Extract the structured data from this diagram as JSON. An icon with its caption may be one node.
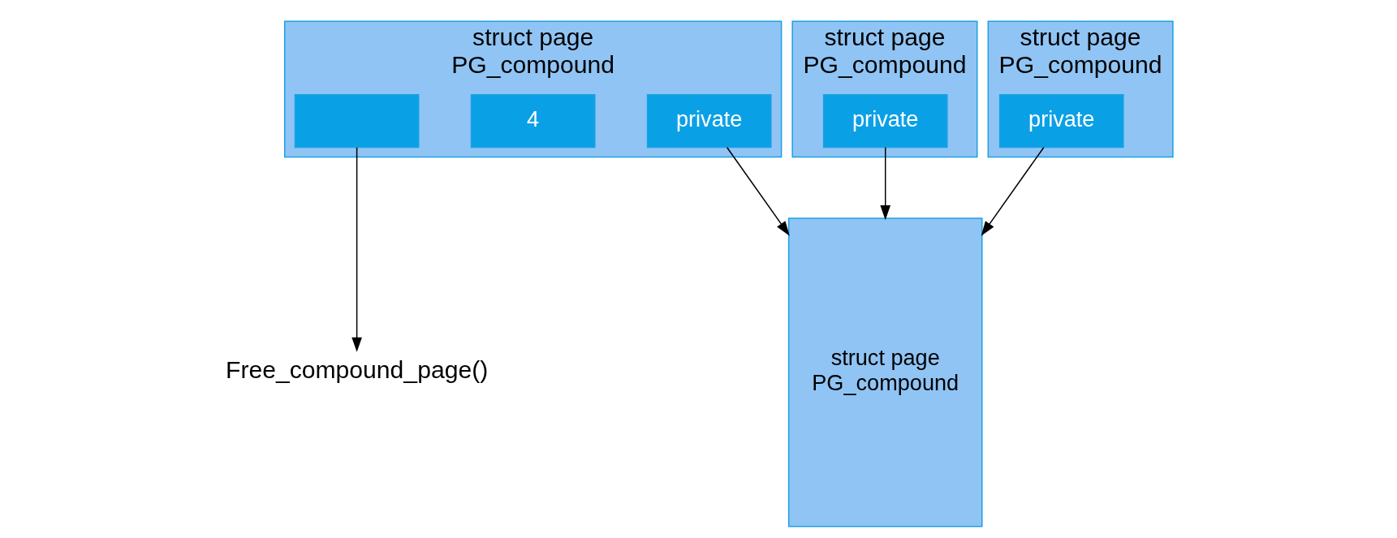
{
  "diagram": {
    "nodes": [
      {
        "text": [
          "struct page",
          "PG_compound"
        ]
      },
      {
        "text": [
          "struct page",
          "PG_compound"
        ]
      },
      {
        "text": [],
        "shape": "box",
        "in": 1
      },
      {
        "text": [
          "4"
        ],
        "in": 1
      },
      {
        "text": [
          "private"
        ],
        "in": 1
      },
      {
        "text": [
          "struct page",
          "PG_compound"
        ]
      },
      {
        "text": [
          "private"
        ],
        "in": 5
      },
      {
        "text": [
          "struct page",
          "PG_compound"
        ]
      },
      {
        "text": [
          "private"
        ],
        "in": 7
      },
      {
        "text": [
          "Free_compound_page()"
        ]
      }
    ],
    "edges": [
      {
        "from": 2,
        "to": 9,
        "arrow": "to"
      },
      {
        "from": 4,
        "to": 0,
        "arrow": "to"
      },
      {
        "from": 6,
        "to": 0,
        "arrow": "to"
      },
      {
        "from": 8,
        "to": 0,
        "arrow": "to"
      }
    ]
  }
}
